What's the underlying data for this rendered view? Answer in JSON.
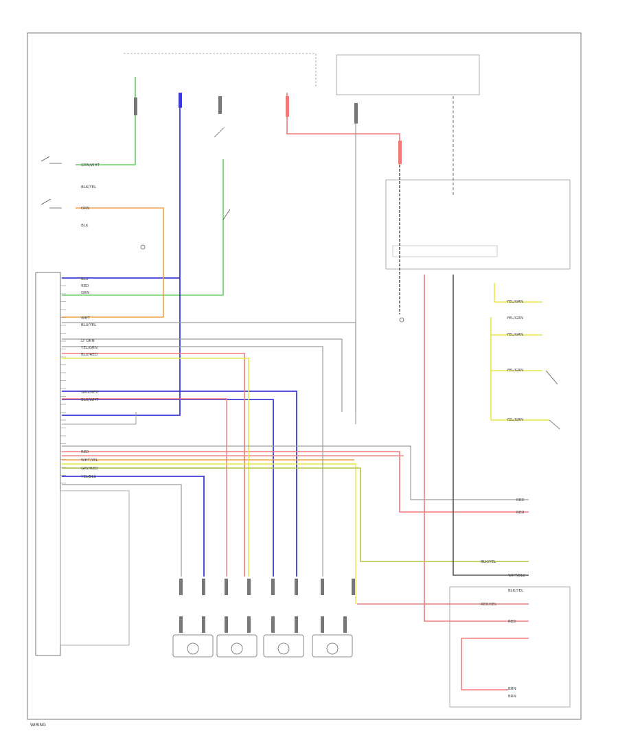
{
  "footer": {
    "code": "WIRING"
  },
  "colors": {
    "blue": "#3b3bdc",
    "green": "#66d066",
    "orange": "#f2a04a",
    "red": "#f07a7a",
    "yellow": "#e6e64a",
    "olive": "#b6c43c",
    "gray": "#9a9a9a",
    "dark": "#555555"
  },
  "wire_labels": {
    "w1": "GRN/WHT",
    "w2": "BLK/YEL",
    "w3": "ORN",
    "w4": "BLK",
    "w5": "BLU",
    "w6": "RED",
    "w7": "GRN",
    "w8": "WHT",
    "w9": "BLU/YEL",
    "w10": "LT GRN",
    "w11": "YEL/GRN",
    "w12": "BLU/RED",
    "w13": "GRN/RED",
    "w14": "BLK/WHT",
    "w15": "RED",
    "w16": "WHT/YEL",
    "w17": "GRY/RED",
    "w18": "YEL/BLU",
    "y1": "YEL/GRN",
    "y2": "YEL/GRN",
    "y3": "YEL/GRN",
    "y4": "YEL/GRN",
    "y5": "YEL/GRN",
    "r1": "RED",
    "r2": "RED",
    "r3": "BLK/YEL",
    "r4": "WHT/BLU",
    "r5": "BLK/YEL",
    "r6": "RED/YEL",
    "r7": "RED",
    "r8": "BRN",
    "r9": "BRN"
  }
}
